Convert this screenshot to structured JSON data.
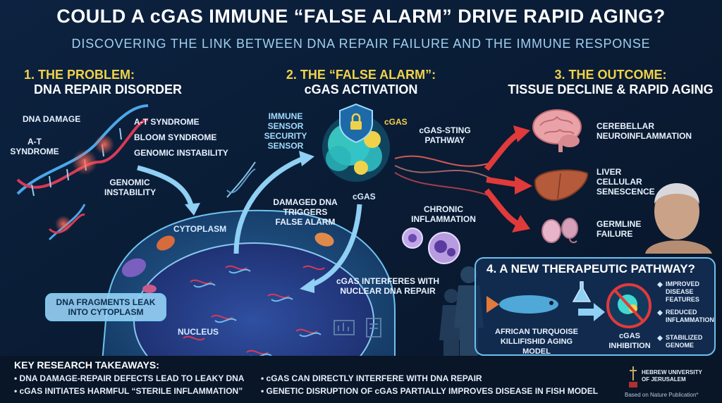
{
  "title": "COULD A cGAS IMMUNE “FALSE ALARM” DRIVE RAPID AGING?",
  "subtitle": "DISCOVERING THE LINK BETWEEN DNA REPAIR FAILURE AND THE IMMUNE RESPONSE",
  "section1": {
    "number": "1. THE PROBLEM:",
    "heading": "DNA REPAIR DISORDER",
    "labels": {
      "dna_damage": "DNA DAMAGE",
      "at_syndrome_left": "A-T SYNDROME",
      "at_syndrome_right": "A-T SYNDROME",
      "bloom": "BLOOM SYNDROME",
      "genomic_instability_right": "GENOMIC INSTABILITY",
      "genomic_instability_bottom": "GENOMIC INSTABILITY",
      "cytoplasm": "CYTOPLASM",
      "nucleus": "NUCLEUS",
      "dna_fragments": "DNA FRAGMENTS LEAK INTO CYTOPLASM"
    }
  },
  "section2": {
    "number": "2. THE “FALSE ALARM”:",
    "heading": "cGAS ACTIVATION",
    "labels": {
      "immune_sensor": "IMMUNE SENSOR SECURITY SENSOR",
      "cgas_top": "cGAS",
      "cgas_bottom": "cGAS",
      "sting": "cGAS-STING PATHWAY",
      "damaged_dna": "DAMAGED DNA TRIGGERS FALSE ALARM",
      "chronic": "CHRONIC INFLAMMATION",
      "interferes": "cGAS INTERFERES WITH NUCLEAR DNA REPAIR"
    }
  },
  "section3": {
    "number": "3. THE OUTCOME:",
    "heading": "TISSUE DECLINE & RAPID AGING",
    "outcomes": [
      {
        "text": "CEREBELLAR NEUROINFLAMMATION",
        "icon": "brain-icon"
      },
      {
        "text": "LIVER CELLULAR SENESCENCE",
        "icon": "liver-icon"
      },
      {
        "text": "GERMLINE FAILURE",
        "icon": "germline-icon"
      }
    ]
  },
  "section4": {
    "heading": "4. A NEW THERAPEUTIC PATHWAY?",
    "fish_label": "AFRICAN TURQUOISE KILLIFISHID AGING MODEL",
    "inhibition": "cGAS INHIBITION",
    "results": [
      "IMPROVED DISEASE FEATURES",
      "REDUCED INFLAMMATION",
      "STABILIZED GENOME"
    ]
  },
  "takeaways": {
    "heading": "KEY RESEARCH TAKEAWAYS:",
    "items": [
      "DNA DAMAGE-REPAIR DEFECTS LEAD TO LEAKY DNA",
      "cGAS INITIATES HARMFUL “STERILE INFLAMMATION”",
      "cGAS CAN DIRECTLY INTERFERE WITH DNA REPAIR",
      "GENETIC DISRUPTION OF cGAS PARTIALLY IMPROVES DISEASE IN FISH MODEL"
    ]
  },
  "footer": {
    "university": "HEBREW UNIVERSITY OF JERUSALEM",
    "source": "Based on Nature Publication*"
  },
  "colors": {
    "background": "#0a1a30",
    "accent_yellow": "#f0d24a",
    "accent_cyan": "#9fdcff",
    "arrow_red": "#e03a3a"
  }
}
